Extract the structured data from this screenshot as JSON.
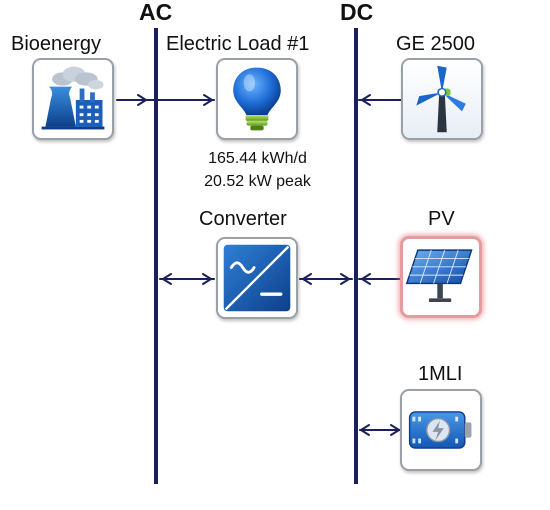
{
  "buses": {
    "ac_label": "AC",
    "dc_label": "DC"
  },
  "components": {
    "bioenergy": {
      "label": "Bioenergy",
      "icon": "power-plant-icon"
    },
    "load": {
      "label": "Electric Load #1",
      "icon": "light-bulb-icon",
      "daily": "165.44 kWh/d",
      "peak": "20.52 kW peak"
    },
    "wind": {
      "label": "GE 2500",
      "icon": "wind-turbine-icon"
    },
    "converter": {
      "label": "Converter",
      "icon": "converter-icon"
    },
    "pv": {
      "label": "PV",
      "icon": "solar-panel-icon",
      "selected": true
    },
    "battery": {
      "label": "1MLI",
      "icon": "battery-icon"
    }
  },
  "colors": {
    "bus": "#1b1f5c",
    "selection": "#e79a9f",
    "icon_blue": "#1a5eb0"
  }
}
